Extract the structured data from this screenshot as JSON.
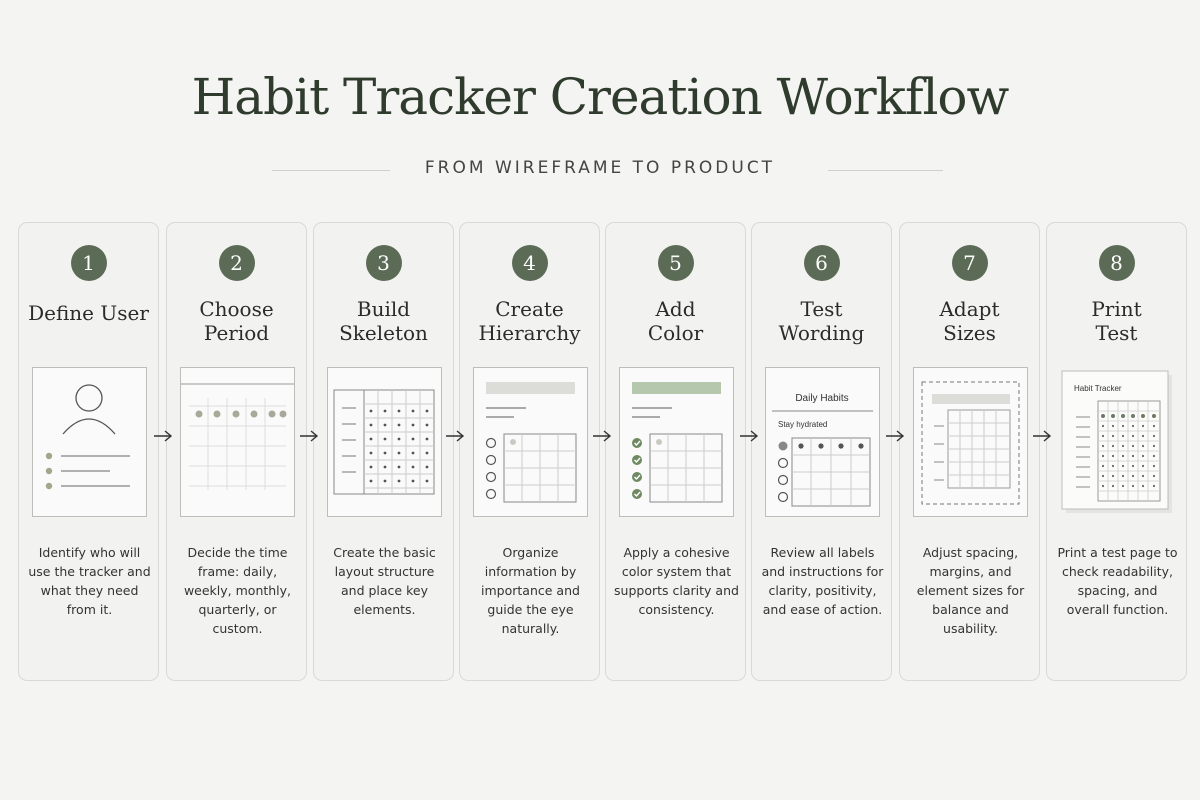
{
  "title": "Habit Tracker Creation Workflow",
  "subtitle": "FROM WIREFRAME TO PRODUCT",
  "colors": {
    "accent": "#5c6b56",
    "background": "#f4f4f3",
    "sage_light": "#a9bf9f"
  },
  "steps": [
    {
      "number": "1",
      "title": "Define User",
      "description": "Identify who will use the tracker and what they need from it."
    },
    {
      "number": "2",
      "title": "Choose Period",
      "description": "Decide the time frame: daily, weekly, monthly, quarterly, or custom."
    },
    {
      "number": "3",
      "title": "Build Skeleton",
      "description": "Create the basic layout structure and place key elements."
    },
    {
      "number": "4",
      "title": "Create Hierarchy",
      "description": "Organize information by importance and guide the eye naturally."
    },
    {
      "number": "5",
      "title": "Add Color",
      "description": "Apply a cohesive color system that supports clarity and consistency."
    },
    {
      "number": "6",
      "title": "Test Wording",
      "description": "Review all labels and instructions for clarity, positivity, and ease of action.",
      "illus_heading": "Daily Habits",
      "illus_item": "Stay hydrated"
    },
    {
      "number": "7",
      "title": "Adapt Sizes",
      "description": "Adjust spacing, margins, and element sizes for balance and usability."
    },
    {
      "number": "8",
      "title": "Print Test",
      "description": "Print a test page to check readability, spacing, and overall function.",
      "illus_heading": "Habit Tracker"
    }
  ]
}
